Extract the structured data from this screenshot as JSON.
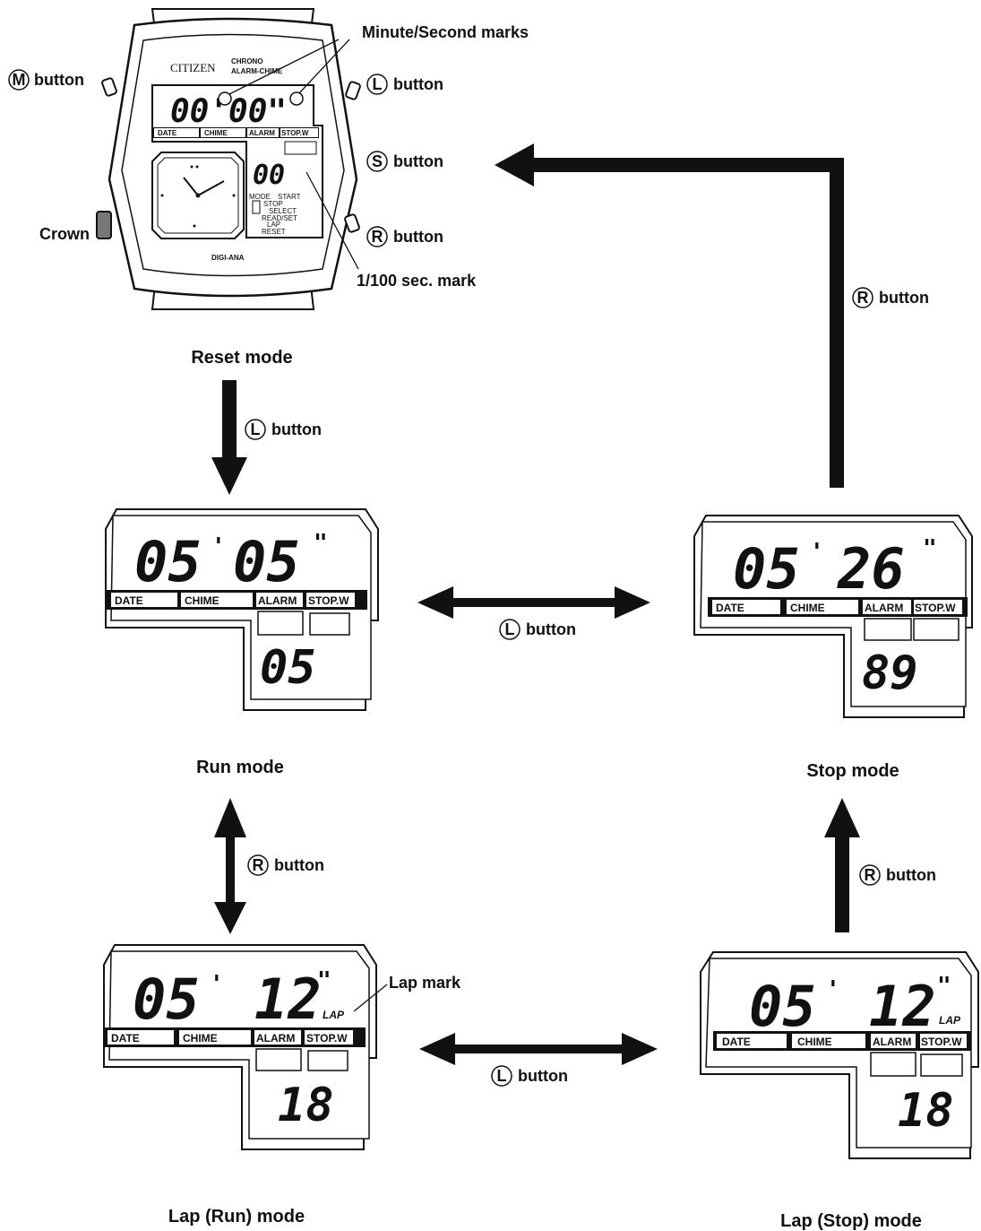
{
  "watch": {
    "brand": "CITIZEN",
    "sub1": "CHRONO",
    "sub2": "ALARM-CHIME",
    "model": "DIGI-ANA",
    "display_main": "00'00\"",
    "display_sub": "00",
    "tags": [
      "DATE",
      "CHIME",
      "ALARM",
      "STOP.W"
    ],
    "legend": [
      "MODE",
      "START",
      "STOP",
      "SELECT",
      "READ/SET",
      "LAP",
      "RESET"
    ]
  },
  "callouts": {
    "m_button": "button",
    "m_letter": "M",
    "l_button": "button",
    "l_letter": "L",
    "s_button": "button",
    "s_letter": "S",
    "r_button": "button",
    "r_letter": "R",
    "crown": "Crown",
    "min_sec_marks": "Minute/Second marks",
    "hundredth_mark": "1/100 sec. mark",
    "lap_mark": "Lap mark"
  },
  "modes": {
    "reset": "Reset mode",
    "run": "Run mode",
    "stop": "Stop mode",
    "lap_run": "Lap (Run) mode",
    "lap_stop": "Lap (Stop) mode"
  },
  "displays": {
    "run": {
      "min": "05",
      "sec": "05",
      "hund": "05"
    },
    "stop": {
      "min": "05",
      "sec": "26",
      "hund": "89"
    },
    "lap_run": {
      "min": "05",
      "sec": "12",
      "hund": "18",
      "lap": "LAP"
    },
    "lap_stop": {
      "min": "05",
      "sec": "12",
      "hund": "18",
      "lap": "LAP"
    }
  },
  "arrows": {
    "reset_to_run": "button",
    "run_stop": "button",
    "run_lap": "button",
    "lapstop_to_stop": "button",
    "laprun_lapstop": "button",
    "stop_to_top": "button",
    "reset_to_run_letter": "L",
    "run_stop_letter": "L",
    "run_lap_letter": "R",
    "lapstop_to_stop_letter": "R",
    "laprun_lapstop_letter": "L",
    "stop_to_top_letter": "R"
  }
}
